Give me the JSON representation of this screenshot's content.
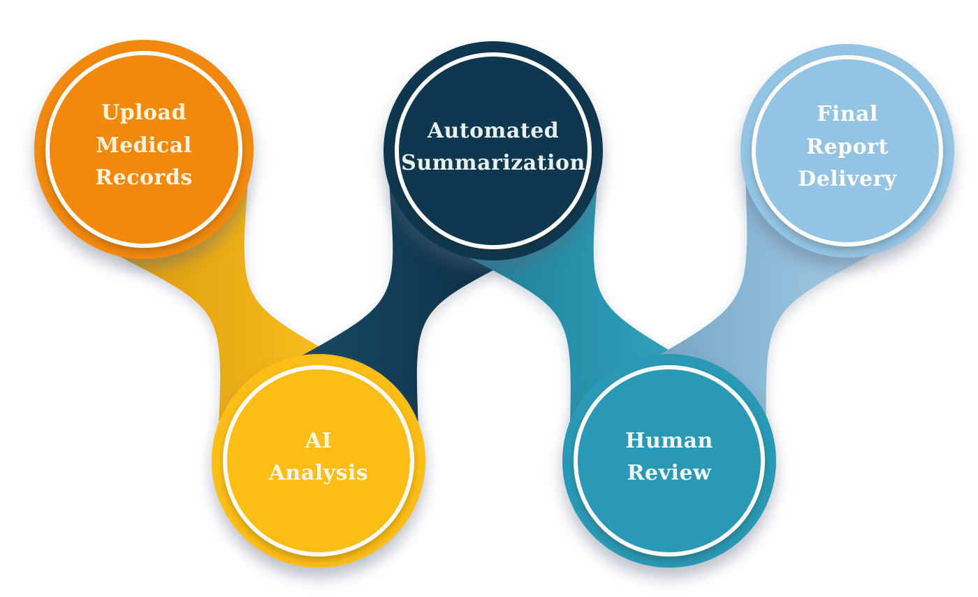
{
  "page": {
    "background": "#ffffff"
  },
  "diagram": {
    "type": "process-flow",
    "ring_color": "#fcfbf7",
    "nodes": [
      {
        "id": "upload-medical-records",
        "step": 1,
        "label": "Upload\nMedical\nRecords",
        "fill": "#F2890F",
        "text_color": "#FBF2DA"
      },
      {
        "id": "ai-analysis",
        "step": 2,
        "label": "AI\nAnalysis",
        "fill": "#FBBD16",
        "text_color": "#FDF7E1"
      },
      {
        "id": "automated-summarization",
        "step": 3,
        "label": "Automated\nSummarization",
        "fill": "#0F3850",
        "text_color": "#E9F1EE"
      },
      {
        "id": "human-review",
        "step": 4,
        "label": "Human\nReview",
        "fill": "#2A99B5",
        "text_color": "#EFF8F6"
      },
      {
        "id": "final-report-delivery",
        "step": 5,
        "label": "Final\nReport\nDelivery",
        "fill": "#93C4E4",
        "text_color": "#FDFDF9"
      }
    ],
    "connectors": [
      {
        "id": "upload-to-ai",
        "from": "upload-medical-records",
        "to": "ai-analysis",
        "color_left": "#DA990F",
        "color_right": "#FBC21C"
      },
      {
        "id": "ai-to-summarization",
        "from": "ai-analysis",
        "to": "automated-summarization",
        "color_left": "#1A4A66",
        "color_right": "#0B2D43"
      },
      {
        "id": "summarization-to-human",
        "from": "automated-summarization",
        "to": "human-review",
        "color_left": "#1F7E96",
        "color_right": "#31A5C1"
      },
      {
        "id": "human-to-final",
        "from": "human-review",
        "to": "final-report-delivery",
        "color_left": "#74A5C4",
        "color_right": "#A4CBE6"
      }
    ]
  }
}
